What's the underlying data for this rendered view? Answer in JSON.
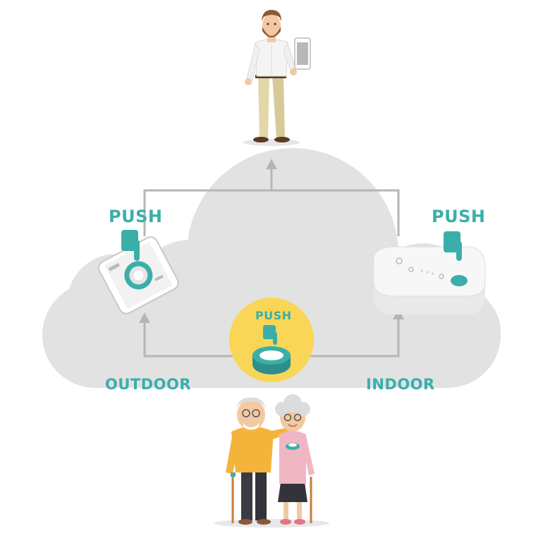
{
  "labels": {
    "push_phone": "PUSH",
    "push_base": "PUSH",
    "push_pendant": "PUSH",
    "outdoor": "OUTDOOR",
    "indoor": "INDOOR"
  },
  "colors": {
    "teal": "#3aafa9",
    "cloud": "#e2e2e2",
    "arrow": "#b5b5b5",
    "pendant_bg": "#f9d655",
    "skin": "#f3c9a2",
    "shirt_white": "#f4f4f4",
    "pants_khaki": "#e3d6a8",
    "beard_brown": "#8a5a36",
    "yellow_sweater": "#f4b43c",
    "pink_cardigan": "#f0b6c4",
    "dark_pants": "#3b3b44",
    "grey_hair": "#dcdcdc"
  },
  "icons": {
    "caregiver": "man-holding-phone-icon",
    "smartphone": "smartphone-app-icon",
    "base_station": "base-station-icon",
    "pendant": "panic-button-pendant-icon",
    "hand": "pointing-hand-icon",
    "elderly": "elderly-couple-icon"
  }
}
